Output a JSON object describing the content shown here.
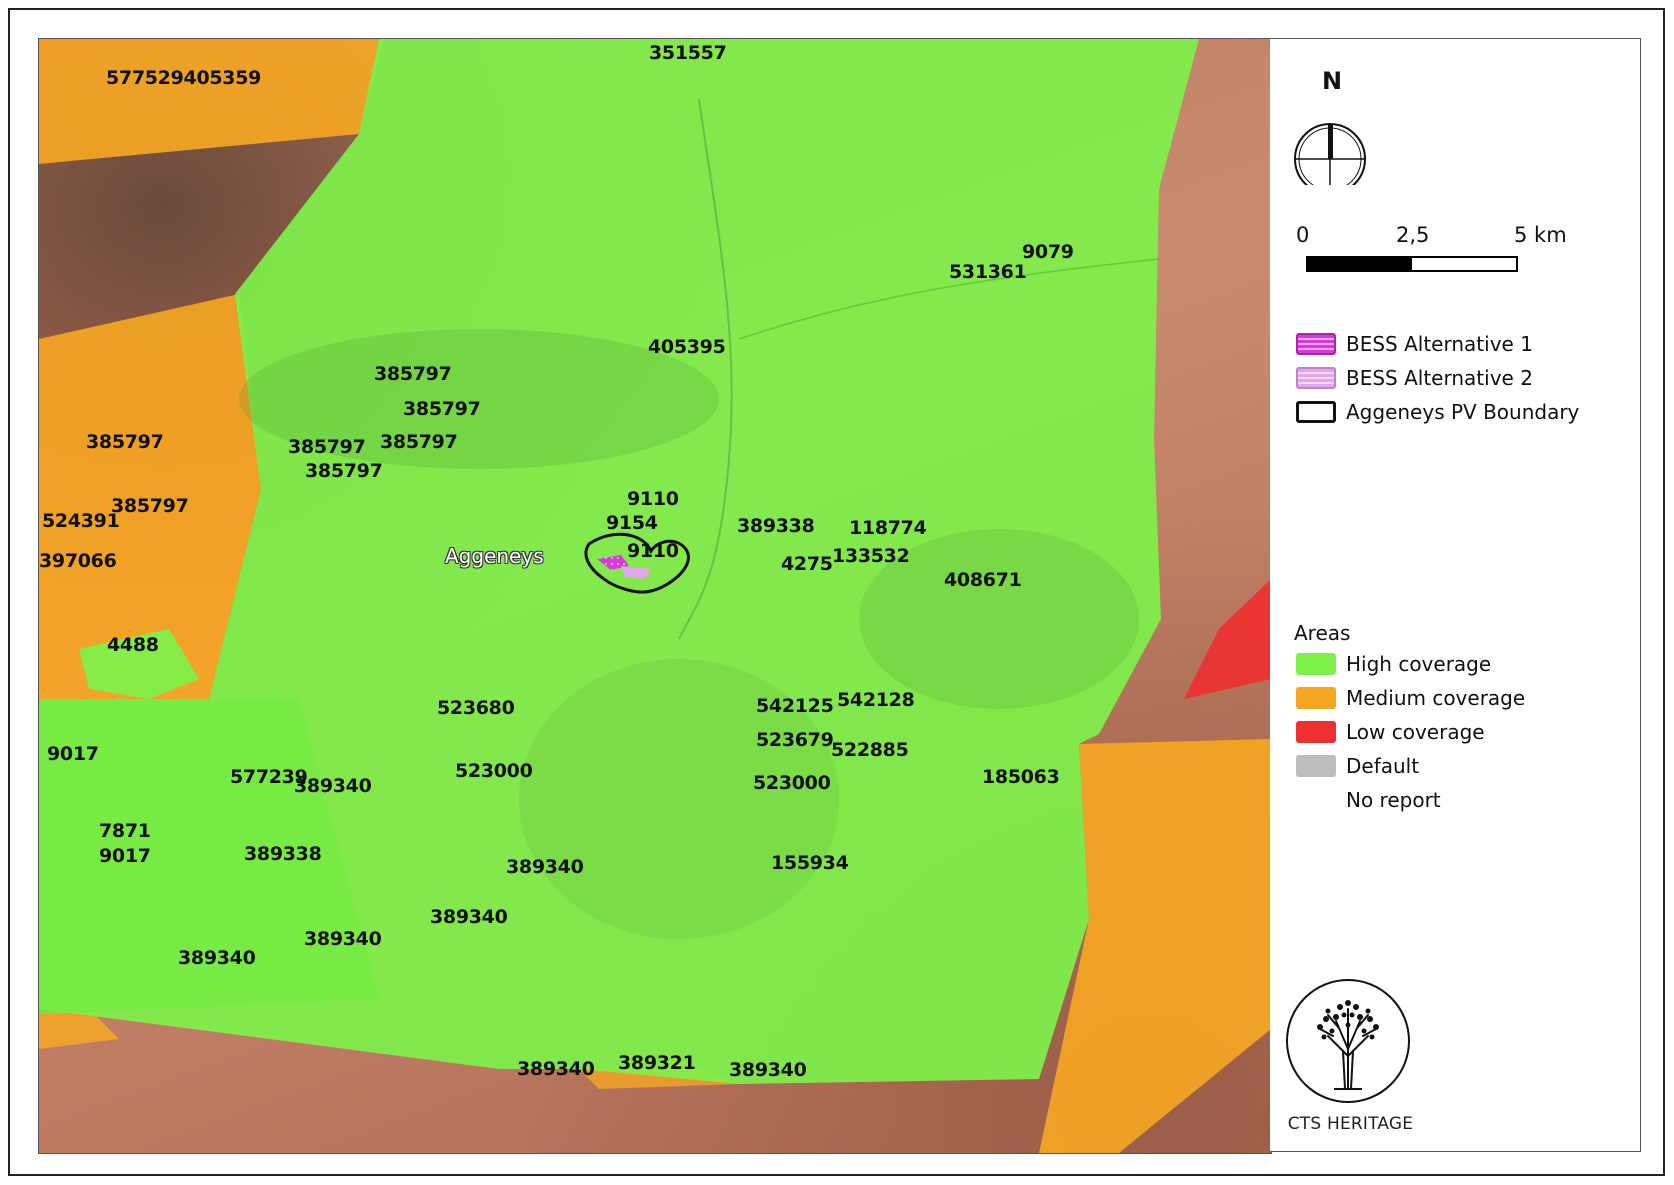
{
  "colors": {
    "high": "#7ef04a",
    "medium": "#f5a623",
    "low": "#ee3030",
    "default": "#bdbdbd",
    "bess1": "#d63ad9",
    "bess2": "#e2a6ec",
    "boundary": "#111111"
  },
  "map": {
    "town_label": "Aggeneys",
    "site_labels": [
      "577529405359",
      "351557",
      "531361",
      "9079",
      "405395",
      "385797",
      "385797",
      "385797",
      "385797",
      "385797",
      "385797",
      "385797",
      "524391",
      "397066",
      "4488",
      "9110",
      "9154",
      "9110",
      "389338",
      "118774",
      "4275",
      "133532",
      "408671",
      "523680",
      "542125",
      "542128",
      "523679",
      "522885",
      "9017",
      "577239",
      "389340",
      "523000",
      "523000",
      "185063",
      "7871",
      "9017",
      "389338",
      "389340",
      "155934",
      "389340",
      "389340",
      "389340",
      "389340",
      "389321",
      "389340"
    ]
  },
  "legend": {
    "north": "N",
    "scale": {
      "zero": "0",
      "mid": "2,5",
      "end": "5 km"
    },
    "layers": [
      {
        "name": "bess1-legend",
        "label": "BESS Alternative 1",
        "swatch": "bess1"
      },
      {
        "name": "bess2-legend",
        "label": "BESS Alternative 2",
        "swatch": "bess2"
      },
      {
        "name": "boundary-legend",
        "label": "Aggeneys PV Boundary",
        "swatch": "boundary"
      }
    ],
    "areas_title": "Areas",
    "areas": [
      {
        "name": "high-coverage-legend",
        "label": "High coverage",
        "swatch": "high"
      },
      {
        "name": "medium-coverage-legend",
        "label": "Medium coverage",
        "swatch": "medium"
      },
      {
        "name": "low-coverage-legend",
        "label": "Low coverage",
        "swatch": "low"
      },
      {
        "name": "default-legend",
        "label": "Default",
        "swatch": "default"
      },
      {
        "name": "no-report-legend",
        "label": "No report",
        "swatch": "none"
      }
    ],
    "logo_text": "CTS HERITAGE"
  }
}
